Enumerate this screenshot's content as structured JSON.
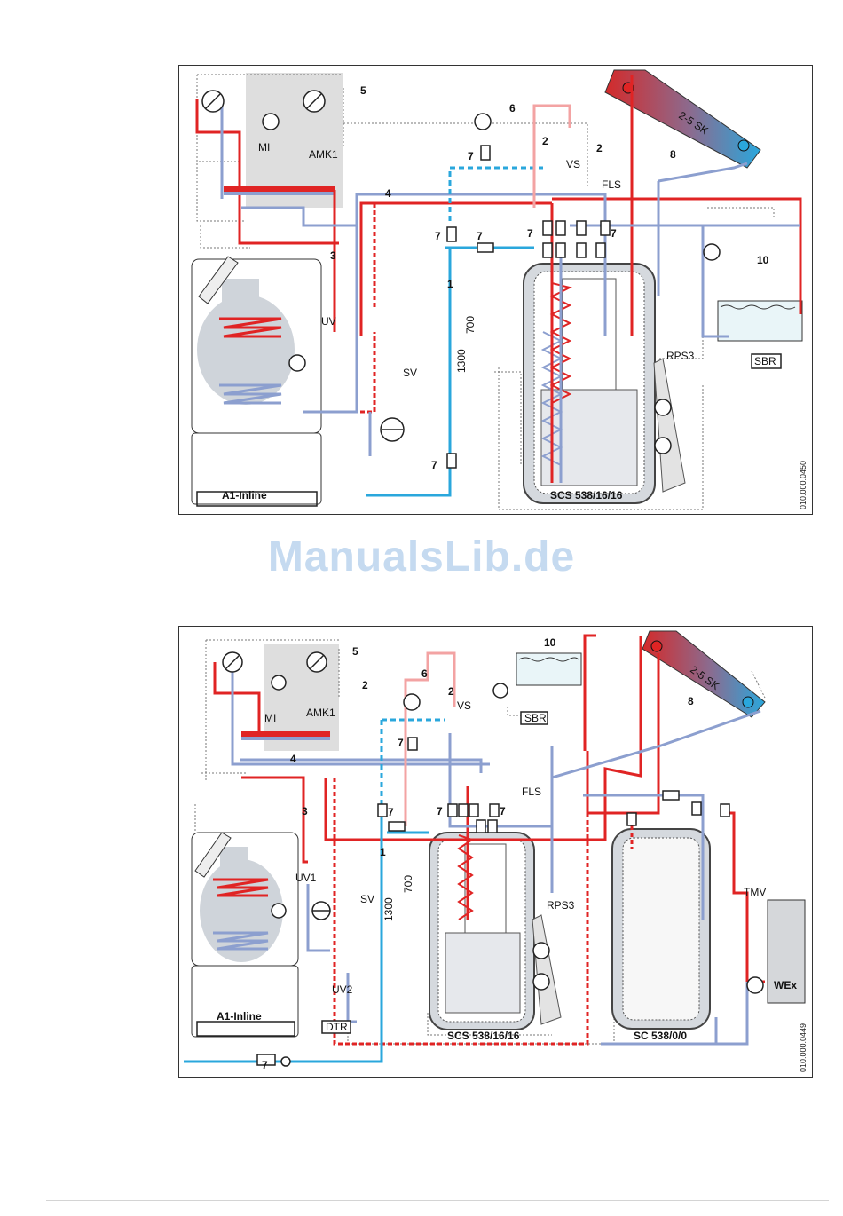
{
  "watermark": "ManualsLib.de",
  "colors": {
    "hot": "#e02424",
    "cold": "#2aa7dc",
    "return": "#8c9fcf",
    "dhw": "#f3a3a3"
  },
  "diagram1": {
    "drawing_no": "010.000.0450",
    "boiler": "A1-Inline",
    "tank": "SCS 538/16/16",
    "collector": "2-5 SK",
    "mixer": "AMK1",
    "station": "RPS3",
    "pool_ctrl": "SBR",
    "labels": {
      "n1": "1",
      "n2a": "2",
      "n2b": "2",
      "n3": "3",
      "n4": "4",
      "n5": "5",
      "n6": "6",
      "n7a": "7",
      "n7b": "7",
      "n7c": "7",
      "n7d": "7",
      "n7e": "7",
      "n7f": "7",
      "n8": "8",
      "n10": "10",
      "dim700": "700",
      "dim1300": "1300",
      "vs": "VS",
      "fls": "FLS",
      "uv": "UV",
      "sv": "SV",
      "mi": "MI"
    }
  },
  "diagram2": {
    "drawing_no": "010.000.0449",
    "boiler": "A1-Inline",
    "tank1": "SCS 538/16/16",
    "tank2": "SC 538/0/0",
    "collector": "2-5 SK",
    "mixer": "AMK1",
    "station": "RPS3",
    "pool_ctrl": "SBR",
    "dtr": "DTR",
    "wex": "WEx",
    "tmv": "TMV",
    "labels": {
      "n1": "1",
      "n2a": "2",
      "n2b": "2",
      "n3": "3",
      "n4": "4",
      "n5": "5",
      "n6": "6",
      "n7a": "7",
      "n7b": "7",
      "n7c": "7",
      "n7d": "7",
      "n7e": "7",
      "n8": "8",
      "n10": "10",
      "dim700": "700",
      "dim1300": "1300",
      "vs": "VS",
      "fls": "FLS",
      "uv1": "UV1",
      "uv2": "UV2",
      "sv": "SV",
      "mi": "MI"
    }
  }
}
